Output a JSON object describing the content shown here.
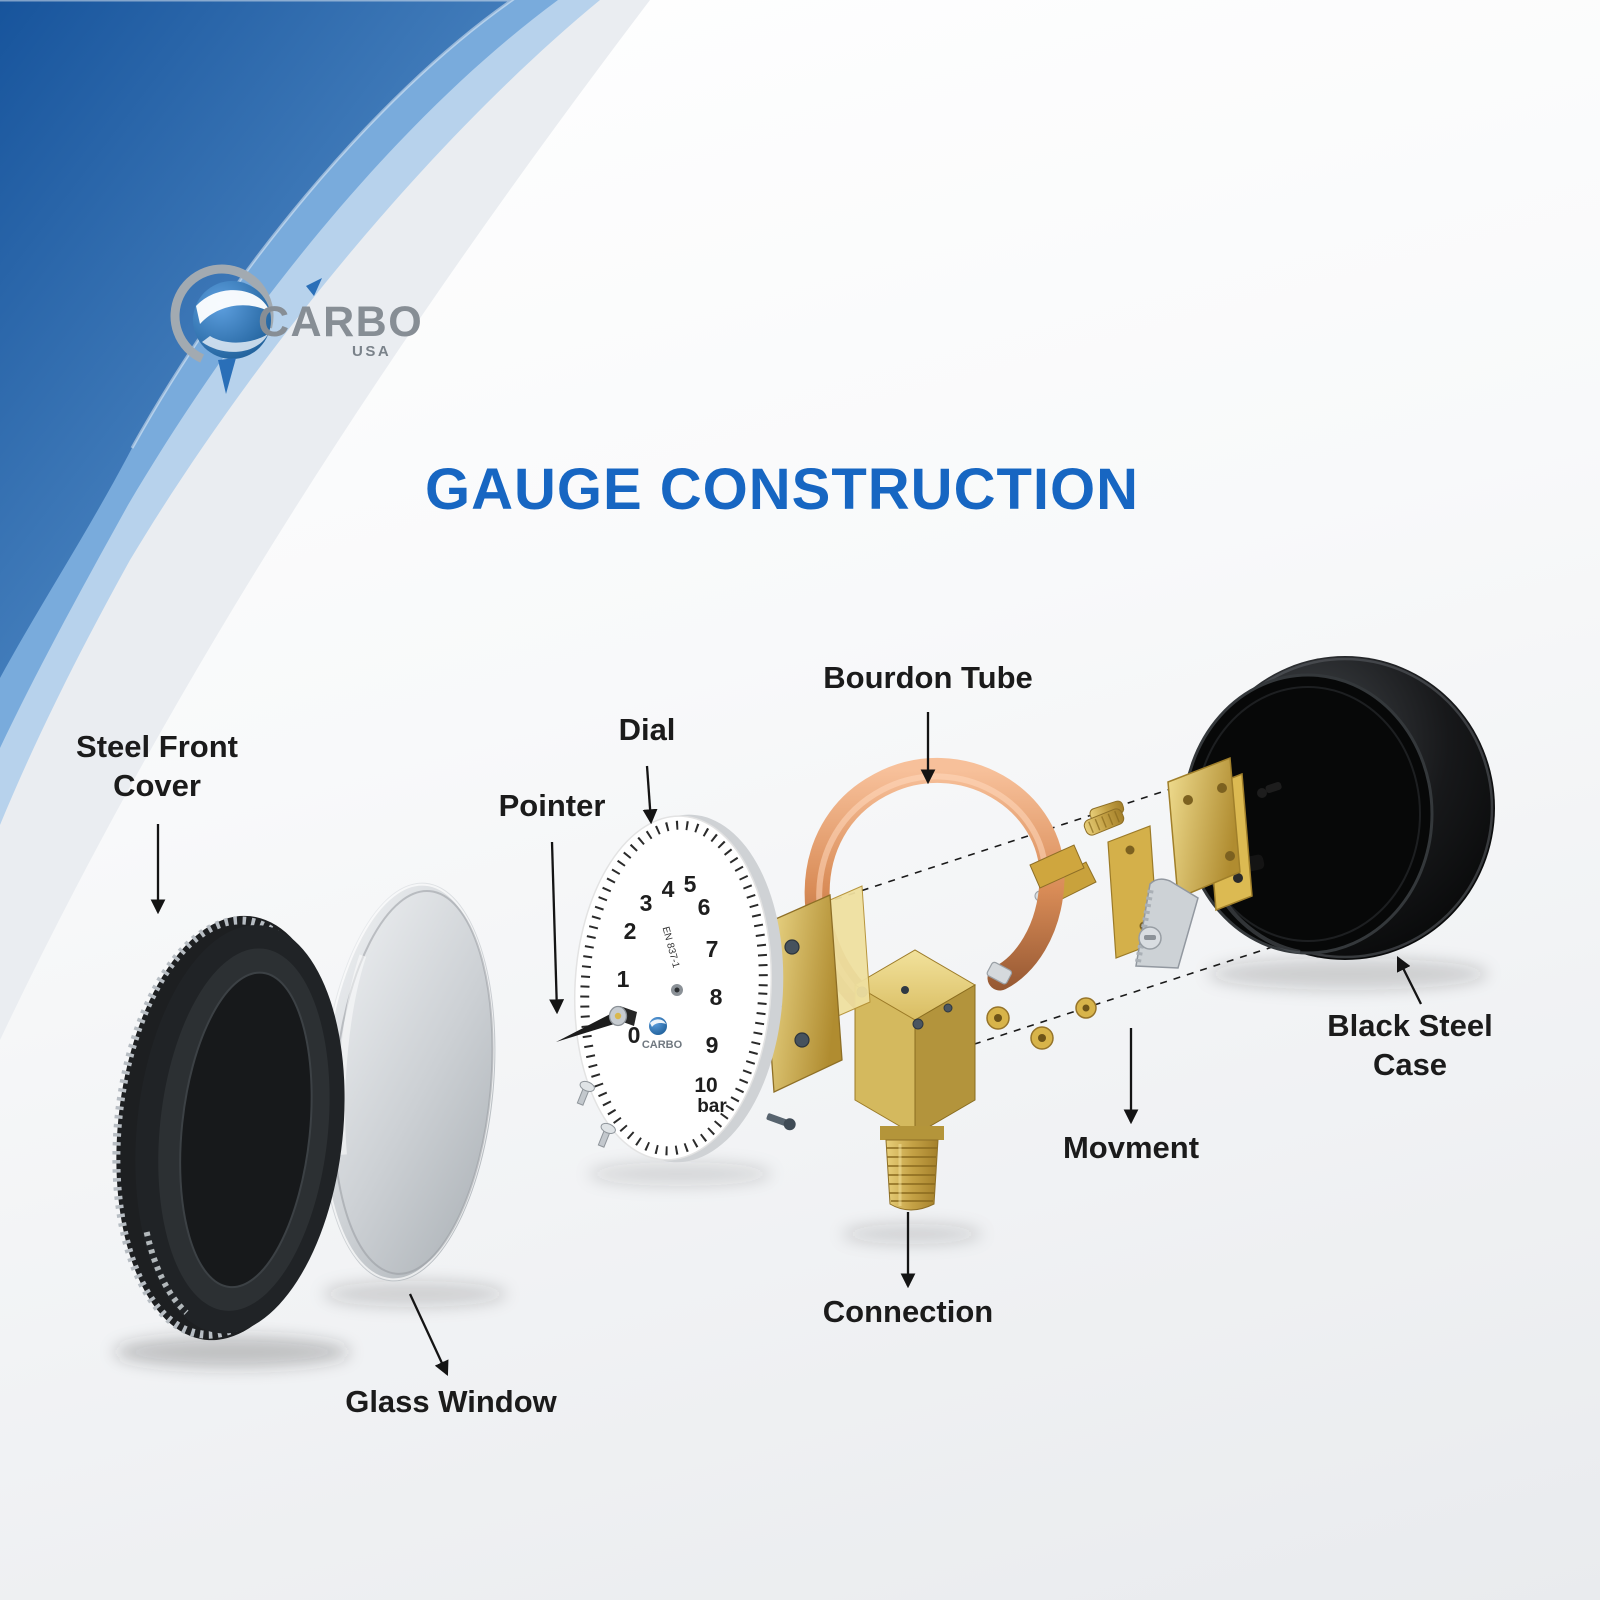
{
  "page": {
    "title": "GAUGE CONSTRUCTION"
  },
  "logo": {
    "brand": "CARBO",
    "region": "USA"
  },
  "callouts": {
    "steel_front_cover": {
      "line1": "Steel Front",
      "line2": "Cover"
    },
    "glass_window": {
      "label": "Glass Window"
    },
    "pointer": {
      "label": "Pointer"
    },
    "dial": {
      "label": "Dial"
    },
    "bourdon_tube": {
      "label": "Bourdon Tube"
    },
    "connection": {
      "label": "Connection"
    },
    "movment": {
      "label": "Movment"
    },
    "black_steel_case": {
      "line1": "Black Steel",
      "line2": "Case"
    }
  },
  "dial_face": {
    "numbers": [
      "0",
      "1",
      "2",
      "3",
      "4",
      "5",
      "6",
      "7",
      "8",
      "9",
      "10"
    ],
    "unit": "bar",
    "standard": "EN 837-1",
    "brand": "CARBO"
  },
  "colors": {
    "title_blue": "#1766c2",
    "label_dark": "#1b1b1b",
    "copper": "#d98c57",
    "brass": "#cfa842",
    "case_black": "#0c0d0e"
  }
}
